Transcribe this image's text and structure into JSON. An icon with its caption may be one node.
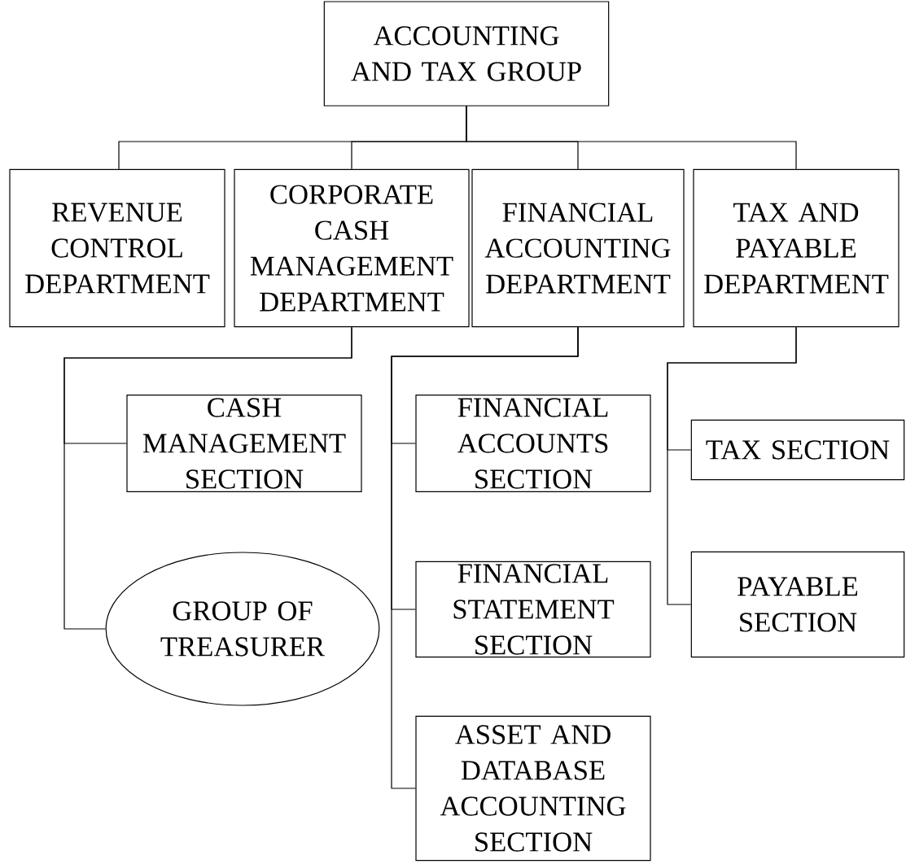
{
  "diagram": {
    "nodes": [
      {
        "text": [
          "ACCOUNTING AND TAX GROUP"
        ]
      },
      {
        "text": [
          "REVENUE CONTROL DEPARTMENT"
        ]
      },
      {
        "text": [
          "CORPORATE CASH MANAGEMENT DEPARTMENT"
        ]
      },
      {
        "text": [
          "FINANCIAL ACCOUNTING DEPARTMENT"
        ]
      },
      {
        "text": [
          "TAX AND PAYABLE DEPARTMENT"
        ]
      },
      {
        "text": [
          "CASH MANAGEMENT SECTION"
        ]
      },
      {
        "text": [
          "GROUP OF TREASURER"
        ]
      },
      {
        "text": [
          "FINANCIAL ACCOUNTS SECTION"
        ]
      },
      {
        "text": [
          "FINANCIAL STATEMENT SECTION"
        ]
      },
      {
        "text": [
          "ASSET AND DATABASE ACCOUNTING SECTION"
        ]
      },
      {
        "text": [
          "TAX SECTION"
        ]
      },
      {
        "text": [
          "PAYABLE SECTION"
        ]
      }
    ],
    "edges": [
      {
        "from": 0,
        "to": 1,
        "arrow": "none"
      },
      {
        "from": 0,
        "to": 2,
        "arrow": "none"
      },
      {
        "from": 0,
        "to": 3,
        "arrow": "none"
      },
      {
        "from": 0,
        "to": 4,
        "arrow": "none"
      },
      {
        "from": 2,
        "to": 5,
        "arrow": "none"
      },
      {
        "from": 2,
        "to": 6,
        "arrow": "none"
      },
      {
        "from": 3,
        "to": 7,
        "arrow": "none"
      },
      {
        "from": 3,
        "to": 8,
        "arrow": "none"
      },
      {
        "from": 3,
        "to": 9,
        "arrow": "none"
      },
      {
        "from": 4,
        "to": 10,
        "arrow": "none"
      },
      {
        "from": 4,
        "to": 11,
        "arrow": "none"
      }
    ]
  }
}
